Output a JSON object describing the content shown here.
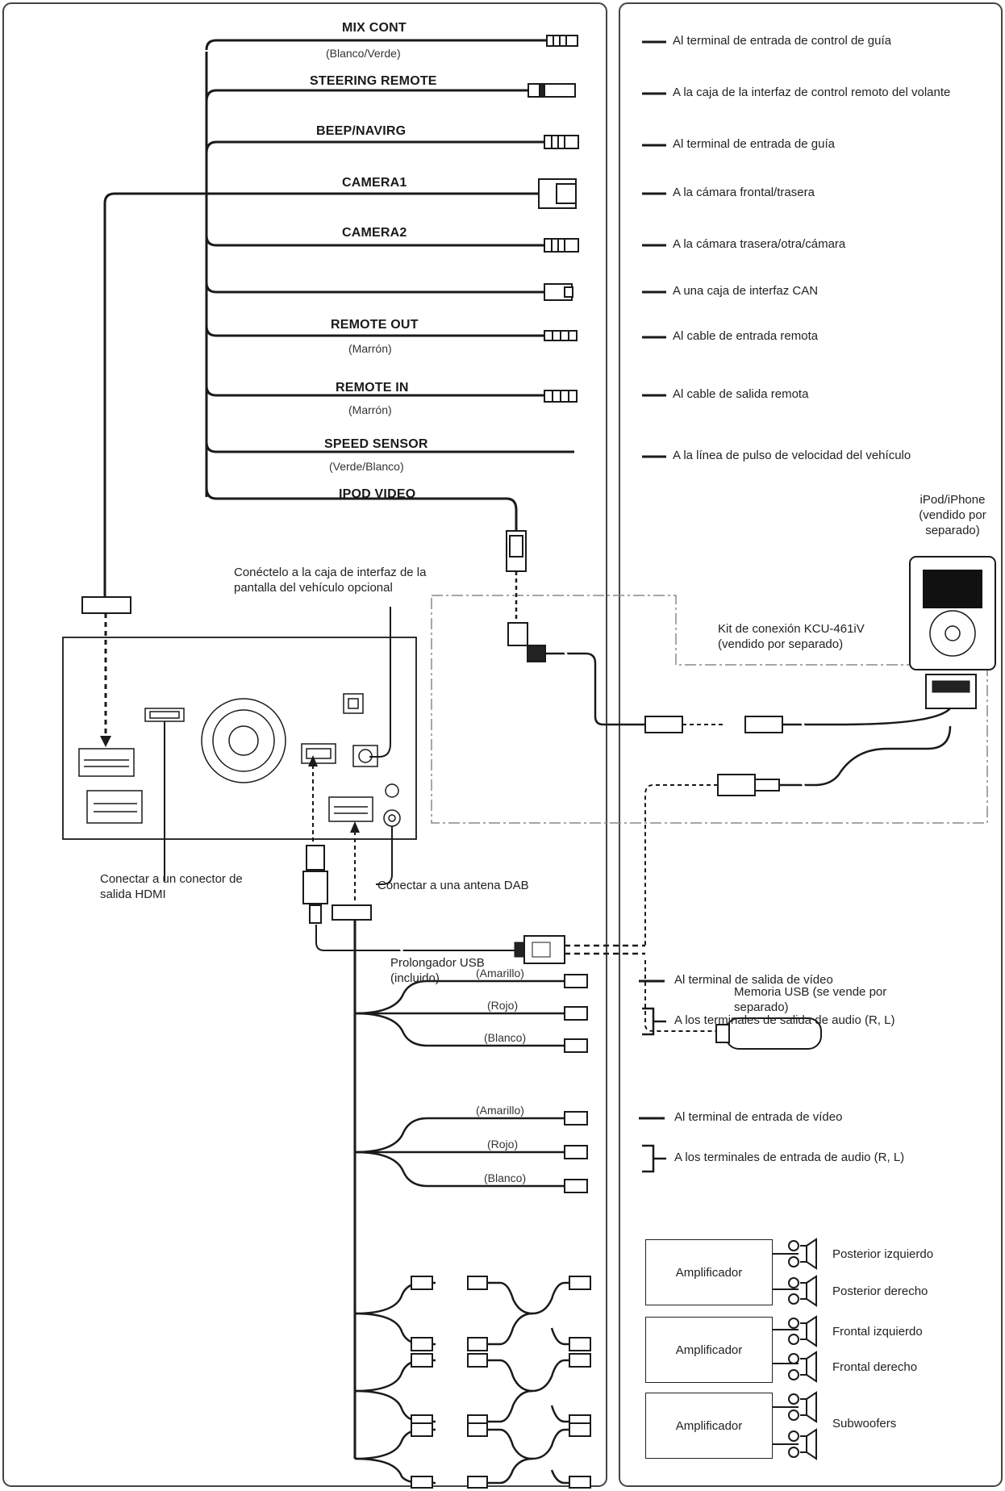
{
  "wire_harness": [
    {
      "name": "MIX CONT",
      "color": "(Blanco/Verde)",
      "destination": "Al terminal de entrada de control de guía"
    },
    {
      "name": "STEERING REMOTE",
      "color": "",
      "destination": "A la caja de la interfaz de control remoto del volante"
    },
    {
      "name": "BEEP/NAVIRG",
      "color": "",
      "destination": "Al terminal de entrada de guía"
    },
    {
      "name": "CAMERA1",
      "color": "",
      "destination": "A la cámara frontal/trasera"
    },
    {
      "name": "CAMERA2",
      "color": "",
      "destination": "A la cámara trasera/otra/cámara"
    },
    {
      "name": "",
      "color": "",
      "destination": "A una caja de interfaz CAN"
    },
    {
      "name": "REMOTE OUT",
      "color": "(Marrón)",
      "destination": "Al cable de entrada remota"
    },
    {
      "name": "REMOTE IN",
      "color": "(Marrón)",
      "destination": "Al cable de salida remota"
    },
    {
      "name": "SPEED SENSOR",
      "color": "(Verde/Blanco)",
      "destination": "A la línea de pulso de velocidad del vehículo"
    },
    {
      "name": "IPOD VIDEO",
      "color": "",
      "destination": ""
    }
  ],
  "notes": {
    "vehicle_display": "Conéctelo a la caja de interfaz de la pantalla del vehículo opcional",
    "hdmi": "Conectar a un conector de salida HDMI",
    "dab": "Conectar a una antena DAB",
    "usb_extension": "Prolongador USB (incluido)",
    "usb_memory": "Memoria USB (se vende por separado)",
    "ipod": "iPod/iPhone (vendido por separado)",
    "kit": "Kit de conexión KCU-461iV (vendido por separado)"
  },
  "rca_outputs": {
    "colors": [
      "(Amarillo)",
      "(Rojo)",
      "(Blanco)"
    ],
    "video": "Al terminal de salida de vídeo",
    "audio": "A los terminales de salida de audio (R, L)"
  },
  "rca_inputs": {
    "colors": [
      "(Amarillo)",
      "(Rojo)",
      "(Blanco)"
    ],
    "video": "Al terminal de entrada de vídeo",
    "audio": "A los terminales de entrada de audio (R, L)"
  },
  "amplifiers": [
    {
      "label": "Amplificador",
      "speakers": [
        "Posterior izquierdo",
        "Posterior derecho"
      ]
    },
    {
      "label": "Amplificador",
      "speakers": [
        "Frontal izquierdo",
        "Frontal derecho"
      ]
    },
    {
      "label": "Amplificador",
      "speakers": [
        "Subwoofers"
      ]
    }
  ],
  "colors": {
    "line": "#1a1a1a",
    "frame": "#444444",
    "dash": "#888888"
  }
}
